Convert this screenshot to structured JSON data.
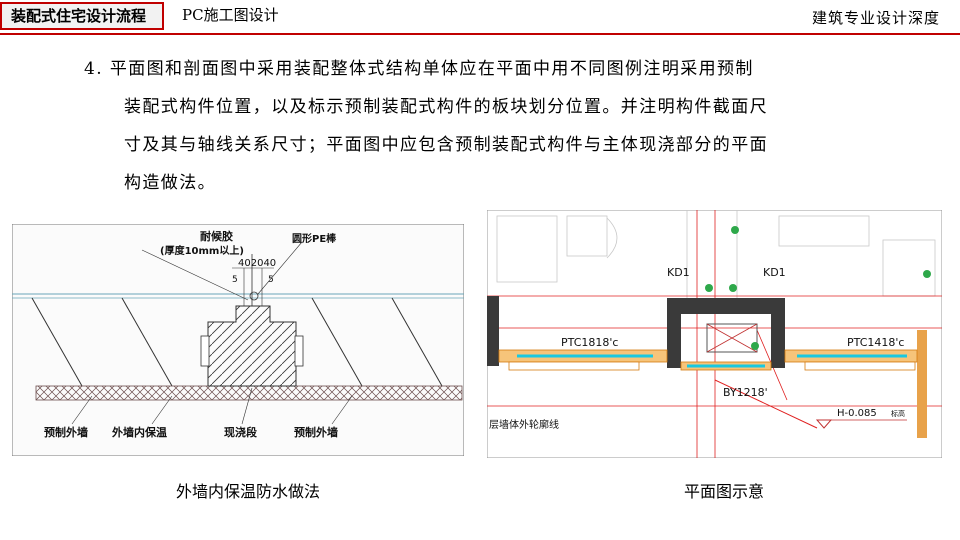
{
  "header": {
    "tag": "装配式住宅设计流程",
    "subtitle": "PC施工图设计",
    "right_title": "建筑专业设计深度",
    "accent": "#c00000"
  },
  "body": {
    "lines": [
      "4. 平面图和剖面图中采用装配整体式结构单体应在平面中用不同图例注明采用预制",
      "装配式构件位置，以及标示预制装配式构件的板块划分位置。并注明构件截面尺",
      "寸及其与轴线关系尺寸；平面图中应包含预制装配式构件与主体现浇部分的平面",
      "构造做法。"
    ]
  },
  "figure1": {
    "caption": "外墙内保温防水做法",
    "labels": {
      "sealant": "耐候胶",
      "sealant_note": "(厚度10mm以上)",
      "pe_rod": "圆形PE棒",
      "dims": "402040",
      "dim_a": "5",
      "dim_b": "5",
      "precast_left": "预制外墙",
      "insulation": "外墙内保温",
      "cast_in_place": "现浇段",
      "precast_right": "预制外墙"
    }
  },
  "figure2": {
    "caption": "平面图示意",
    "labels": {
      "kd_left": "KD1",
      "kd_right": "KD1",
      "ptc_left": "PTC1818'c",
      "ptc_right": "PTC1418'c",
      "by": "BY1218'",
      "level": "H-0.085",
      "level_suffix": "标高",
      "outline": "层墙体外轮廓线"
    }
  }
}
